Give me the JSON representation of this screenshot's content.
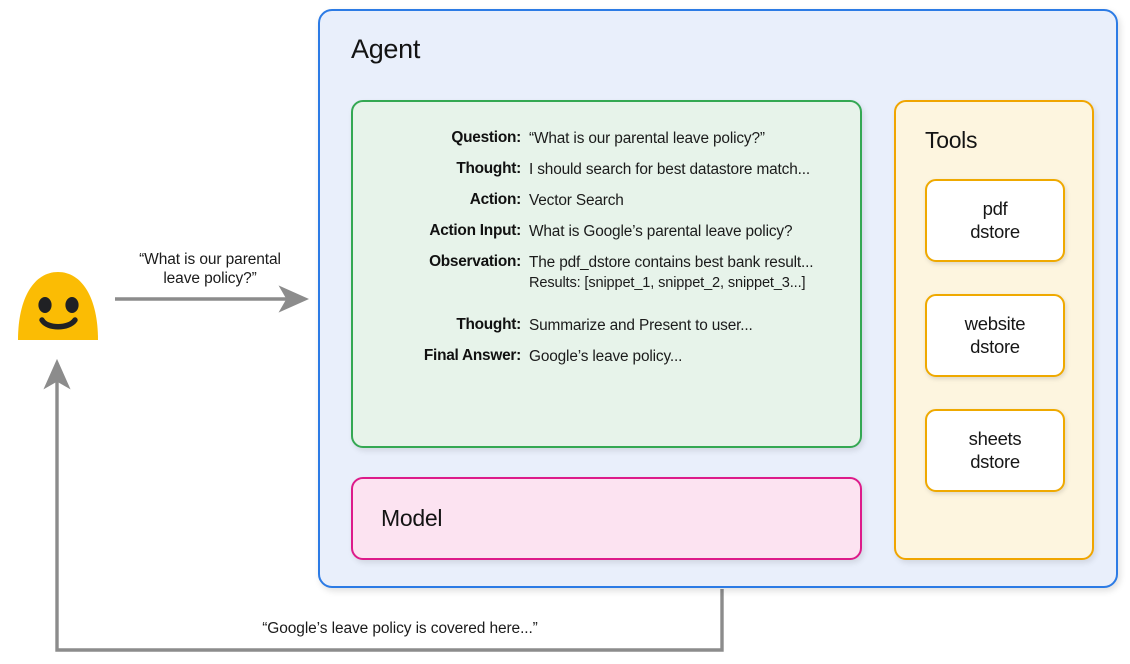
{
  "user": {
    "avatar_icon": "smiley-face-avatar-icon",
    "question": "“What is our parental\nleave policy?”",
    "question_line1": "“What is our parental",
    "question_line2": "leave policy?”",
    "answer": "“Google’s leave policy is covered here...”"
  },
  "agent": {
    "title": "Agent",
    "trace": {
      "rows": [
        {
          "label": "Question:",
          "value": "“What is our parental leave policy?”"
        },
        {
          "label": "Thought:",
          "value": "I should search for best datastore match..."
        },
        {
          "label": "Action:",
          "value": "Vector Search"
        },
        {
          "label": "Action Input:",
          "value": "What is Google’s parental leave policy?"
        },
        {
          "label": "Observation:",
          "value": "The pdf_dstore contains best bank result...",
          "value2": "Results: [snippet_1, snippet_2, snippet_3...]"
        },
        {
          "label": "Thought:",
          "value": "Summarize and Present to user..."
        },
        {
          "label": "Final Answer:",
          "value": "Google’s leave policy..."
        }
      ]
    },
    "model": {
      "title": "Model"
    },
    "tools": {
      "title": "Tools",
      "cards": [
        {
          "line1": "pdf",
          "line2": "dstore"
        },
        {
          "line1": "website",
          "line2": "dstore"
        },
        {
          "line1": "sheets",
          "line2": "dstore"
        }
      ]
    }
  },
  "colors": {
    "agent_border": "#2C7BE5",
    "agent_fill": "#E9EFFB",
    "trace_border": "#34A853",
    "trace_fill": "#E7F3EA",
    "model_border": "#DD1B8A",
    "model_fill": "#FCE3F1",
    "tools_border": "#F0A500",
    "tools_fill": "#FDF5DF",
    "tool_card_border": "#EFA900",
    "avatar_yellow": "#FBBC04",
    "arrow_gray": "#8C8C8C",
    "dotted_gray": "#9AA0A6"
  }
}
